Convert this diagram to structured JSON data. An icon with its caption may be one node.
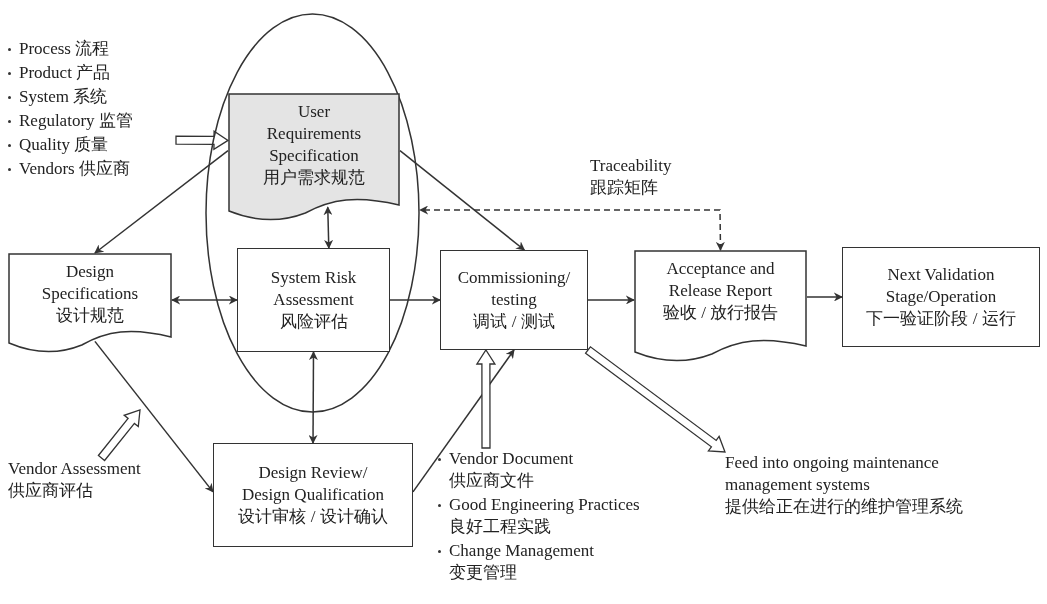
{
  "diagram": {
    "nodes": [
      {
        "text": [],
        "shape": "ellipse"
      },
      {
        "text": [
          "Process 流程",
          "Product 产品",
          "System 系统",
          "Regulatory 监管",
          "Quality 质量",
          "Vendors 供应商"
        ]
      },
      {
        "text": [
          "User Requirements Specification",
          "用户需求规范"
        ],
        "in": 0
      },
      {
        "text": [
          "Design Specifications",
          "设计规范"
        ]
      },
      {
        "text": [
          "System Risk Assessment",
          "风险评估"
        ],
        "in": 0
      },
      {
        "text": [
          "Commissioning/ testing",
          "调试 / 测试"
        ]
      },
      {
        "text": [
          "Acceptance and Release Report",
          "验收 / 放行报告"
        ]
      },
      {
        "text": [
          "Next Validation Stage/Operation",
          "下一验证阶段 / 运行"
        ]
      },
      {
        "text": [
          "Design Review/ Design Qualification",
          "设计审核 / 设计确认"
        ]
      },
      {
        "text": [
          "Vendor Assessment",
          "供应商评估"
        ]
      },
      {
        "text": [
          "Vendor Document 供应商文件",
          "Good Engineering Practices 良好工程实践",
          "Change Management 变更管理"
        ]
      },
      {
        "text": [
          "Feed into ongoing maintenance management systems",
          "提供给正在进行的维护管理系统"
        ]
      }
    ],
    "edges": [
      {
        "from": 1,
        "to": 2,
        "arrow": "to",
        "style": "thick"
      },
      {
        "from": 2,
        "to": 3,
        "arrow": "to"
      },
      {
        "from": 2,
        "to": 5,
        "arrow": "to"
      },
      {
        "from": 2,
        "to": 4,
        "arrow": "both"
      },
      {
        "from": 3,
        "to": 4,
        "arrow": "both"
      },
      {
        "from": 4,
        "to": 5,
        "arrow": "to"
      },
      {
        "from": 4,
        "to": 8,
        "arrow": "both"
      },
      {
        "from": 3,
        "to": 8,
        "arrow": "to"
      },
      {
        "from": 8,
        "to": 5,
        "arrow": "to"
      },
      {
        "from": 5,
        "to": 6,
        "arrow": "to"
      },
      {
        "from": 6,
        "to": 7,
        "arrow": "to"
      },
      {
        "from": 6,
        "to": 0,
        "arrow": "both",
        "style": "dashed",
        "label": "Traceability 跟踪矩阵"
      },
      {
        "from": 9,
        "to": null,
        "arrow": "to",
        "style": "thick"
      },
      {
        "from": 10,
        "to": 5,
        "arrow": "to",
        "style": "thick"
      },
      {
        "from": 5,
        "to": 11,
        "arrow": "to",
        "style": "thick"
      }
    ]
  }
}
